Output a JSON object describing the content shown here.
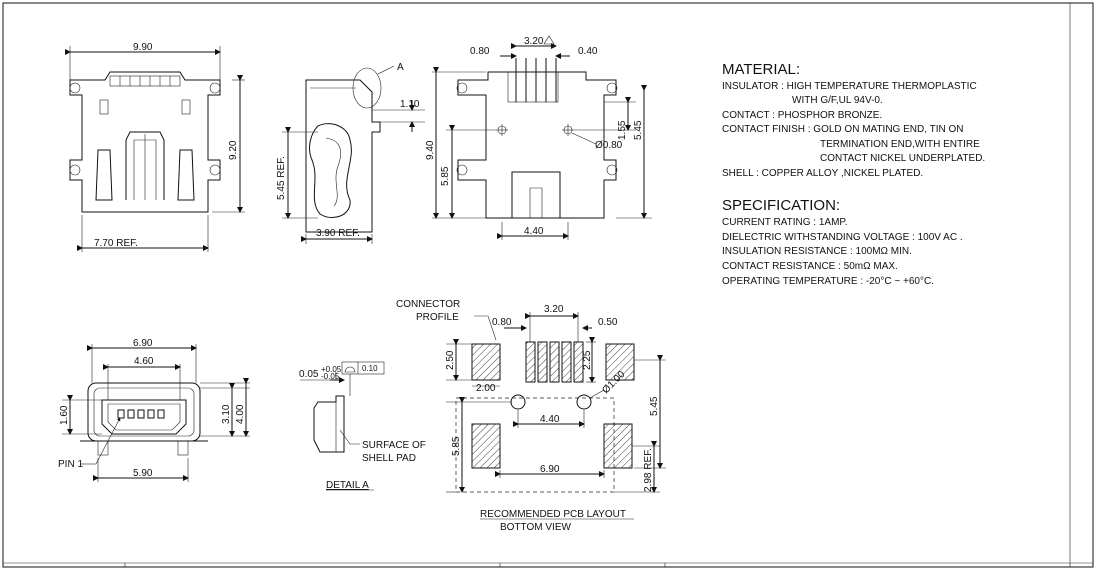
{
  "views": {
    "top": {
      "width": "9.90",
      "height": "9.20",
      "ref_width": "7.70 REF."
    },
    "side": {
      "callout": "A",
      "tab": "1.10",
      "height_ref": "5.45 REF.",
      "width_ref": "3.90 REF."
    },
    "rear": {
      "pitch_total": "3.20",
      "left": "0.80",
      "right": "0.40",
      "height": "9.40",
      "lower": "5.85",
      "upper_gap": "1.55",
      "mid": "5.45",
      "hole": "Ø0.80",
      "bottom_width": "4.40"
    },
    "front": {
      "outer": "6.90",
      "inner": "4.60",
      "left_height": "1.60",
      "height_a": "3.10",
      "height_b": "4.00",
      "bottom": "5.90",
      "pin": "PIN 1"
    },
    "detail": {
      "tolerance": "0.05",
      "tol_plus": "+0.05",
      "tol_minus": "-0.05",
      "flat": "0.10",
      "label": "SURFACE OF",
      "label2": "SHELL PAD",
      "title": "DETAIL A"
    },
    "pcb": {
      "connector_label": "CONNECTOR",
      "connector_label2": "PROFILE",
      "left": "0.80",
      "pitch": "3.20",
      "right": "0.50",
      "pad_h": "2.50",
      "pad_w": "2.00",
      "pin_h": "2.25",
      "hole": "Ø1.00",
      "hole_span": "4.40",
      "height": "5.45",
      "lower": "5.85",
      "bottom_span": "6.90",
      "ref": "2.98 REF.",
      "title": "RECOMMENDED PCB LAYOUT",
      "subtitle": "BOTTOM VIEW"
    }
  },
  "material": {
    "heading": "MATERIAL:",
    "lines": [
      "INSULATOR : HIGH TEMPERATURE THERMOPLASTIC",
      "WITH G/F,UL 94V-0.",
      "CONTACT : PHOSPHOR BRONZE.",
      "CONTACT FINISH : GOLD ON MATING END, TIN ON",
      "TERMINATION END,WITH ENTIRE",
      "CONTACT NICKEL UNDERPLATED.",
      "SHELL : COPPER ALLOY ,NICKEL PLATED."
    ]
  },
  "specification": {
    "heading": "SPECIFICATION:",
    "lines": [
      "CURRENT RATING : 1AMP.",
      "DIELECTRIC WITHSTANDING VOLTAGE : 100V AC .",
      "INSULATION RESISTANCE : 100MΩ MIN.",
      "CONTACT RESISTANCE : 50mΩ MAX.",
      "OPERATING TEMPERATURE : -20°C ~ +60°C."
    ]
  }
}
